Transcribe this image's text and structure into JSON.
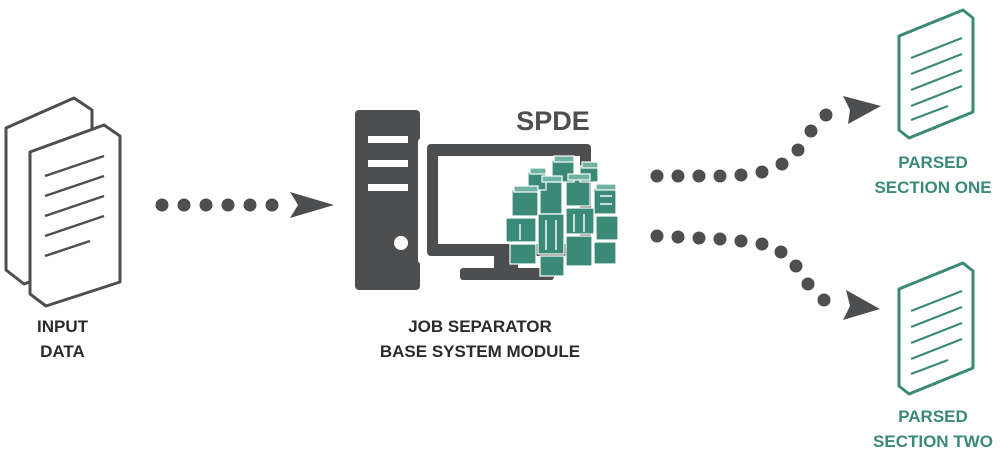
{
  "input": {
    "line1": "INPUT",
    "line2": "DATA"
  },
  "module": {
    "title": "SPDE",
    "line1": "JOB SEPARATOR",
    "line2": "BASE SYSTEM MODULE"
  },
  "output_one": {
    "line1": "PARSED",
    "line2": "SECTION ONE"
  },
  "output_two": {
    "line1": "PARSED",
    "line2": "SECTION TWO"
  },
  "colors": {
    "dark": "#4d4e50",
    "teal": "#3b8a78",
    "teal_light": "#6fb3a2"
  },
  "icons": [
    "documents-icon",
    "server-tower-icon",
    "monitor-icon",
    "cubes-icon",
    "document-icon",
    "arrow-icon"
  ]
}
